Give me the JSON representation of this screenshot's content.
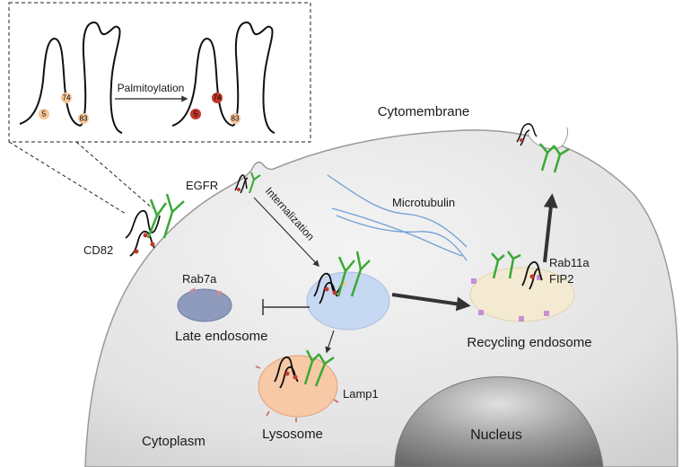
{
  "labels": {
    "palmitoylation": "Palmitoylation",
    "cytomembrane": "Cytomembrane",
    "egfr": "EGFR",
    "internalization": "Internalization",
    "microtubulin": "Microtubulin",
    "cd82": "CD82",
    "rab7a": "Rab7a",
    "late_endosome": "Late endosome",
    "rab11a": "Rab11a",
    "fip2": "FIP2",
    "recycling_endosome": "Recycling endosome",
    "lamp1": "Lamp1",
    "lysosome": "Lysosome",
    "cytoplasm": "Cytoplasm",
    "nucleus": "Nucleus"
  },
  "inset": {
    "before_sites": [
      "5",
      "74",
      "83"
    ],
    "after_sites": [
      "5",
      "74",
      "83"
    ]
  },
  "colors": {
    "cell_fill": "#d9d9d9",
    "egfr_green": "#3aa935",
    "palm_site_unmodified": "#f6c59a",
    "palm_site_modified": "#c0392b",
    "early_endosome": "#c7d8f2",
    "late_endosome": "#8e9bbd",
    "recycling_endosome": "#f4ead2",
    "lysosome": "#f7c9a6",
    "microtubule": "#6f9fd6",
    "nucleus": "#8a8a8a"
  }
}
